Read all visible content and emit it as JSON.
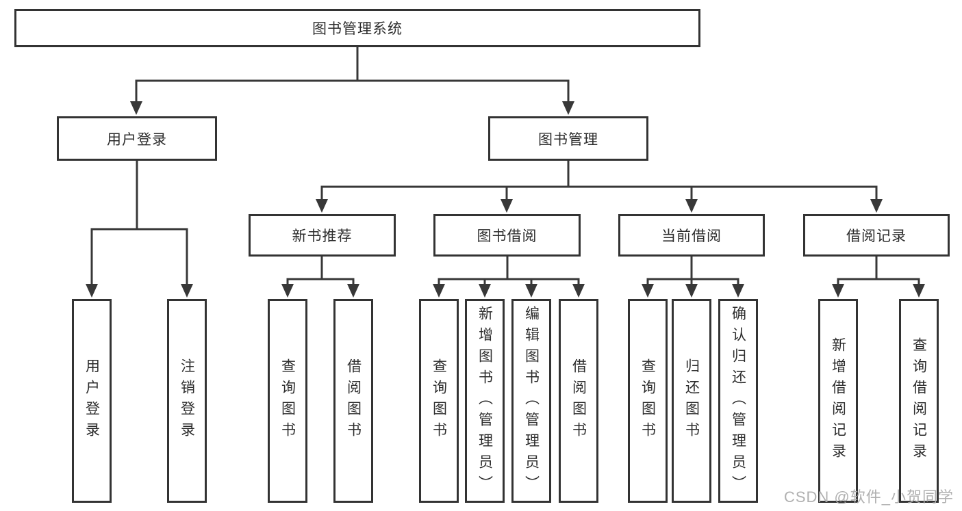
{
  "diagram": {
    "root": "图书管理系统",
    "user_login": {
      "label": "用户登录",
      "children": [
        "用户登录",
        "注销登录"
      ]
    },
    "book_mgmt": {
      "label": "图书管理",
      "sections": [
        {
          "label": "新书推荐",
          "children": [
            "查询图书",
            "借阅图书"
          ]
        },
        {
          "label": "图书借阅",
          "children": [
            "查询图书",
            "新增图书（管理员）",
            "编辑图书（管理员）",
            "借阅图书"
          ]
        },
        {
          "label": "当前借阅",
          "children": [
            "查询图书",
            "归还图书",
            "确认归还（管理员）"
          ]
        },
        {
          "label": "借阅记录",
          "children": [
            "新增借阅记录",
            "查询借阅记录"
          ]
        }
      ]
    }
  },
  "watermark": "CSDN @软件_小贺同学",
  "colors": {
    "line": "#383838",
    "box_border": "#333333",
    "text": "#2d2d2d",
    "watermark": "#acacac",
    "background": "#ffffff"
  }
}
